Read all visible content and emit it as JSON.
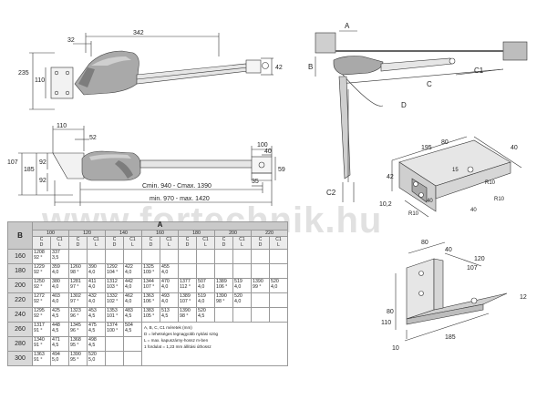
{
  "watermark": "www.fortechnik.hu",
  "top_view": {
    "dim_length": "342",
    "dim_offset": "32",
    "dim_height": "235",
    "dim_bracket": "110",
    "dim_arm": "42"
  },
  "side_view": {
    "dim_bracket_width": "110",
    "dim_arm_offset": "52",
    "dim_overall": "107",
    "dim_height": "185",
    "dim_upper": "92",
    "dim_lower": "92",
    "dim_end_width": "100",
    "dim_end_offset": "40",
    "dim_end_height": "59",
    "dim_end_depth": "35",
    "stroke_c": "Cmin. 940 - Cmax. 1390",
    "stroke_total": "min. 970 - max. 1420"
  },
  "geometry_diagram": {
    "labels": [
      "A",
      "B",
      "C",
      "C1",
      "D",
      "C2"
    ]
  },
  "bracket_upper": {
    "dims": [
      "195",
      "80",
      "40",
      "42",
      "10,2",
      "15",
      "40",
      "40",
      "R10",
      "R10",
      "R10"
    ]
  },
  "bracket_lower": {
    "dims": [
      "80",
      "40",
      "120",
      "107",
      "12",
      "110",
      "80",
      "185",
      "10"
    ]
  },
  "table": {
    "b_header": "B",
    "a_header": "A",
    "a_values": [
      "100",
      "120",
      "140",
      "160",
      "180",
      "200",
      "220"
    ],
    "sub_headers": [
      "C\nD",
      "C1\nL"
    ],
    "rows": [
      {
        "b": "160",
        "cells": [
          [
            "1208\n92 °",
            "337\n3,5"
          ],
          [
            "",
            ""
          ],
          [
            "",
            ""
          ],
          [
            "",
            ""
          ],
          [
            "",
            ""
          ],
          [
            "",
            ""
          ],
          [
            "",
            ""
          ]
        ]
      },
      {
        "b": "180",
        "cells": [
          [
            "1229\n92 °",
            "359\n4,0"
          ],
          [
            "1260\n98 °",
            "390\n4,0"
          ],
          [
            "1292\n104 °",
            "422\n4,0"
          ],
          [
            "1325\n109 °",
            "455\n4,0"
          ],
          [
            "",
            ""
          ],
          [
            "",
            ""
          ],
          [
            "",
            ""
          ]
        ]
      },
      {
        "b": "200",
        "cells": [
          [
            "1250\n92 °",
            "380\n4,0"
          ],
          [
            "1281\n97 °",
            "411\n4,0"
          ],
          [
            "1312\n103 °",
            "442\n4,0"
          ],
          [
            "1344\n107 °",
            "470\n4,0"
          ],
          [
            "1377\n112 °",
            "507\n4,0"
          ],
          [
            "1389\n106 °",
            "519\n4,0"
          ],
          [
            "1390\n99 °",
            "520\n4,0"
          ]
        ]
      },
      {
        "b": "220",
        "cells": [
          [
            "1272\n92 °",
            "403\n4,0"
          ],
          [
            "1302\n97 °",
            "432\n4,0"
          ],
          [
            "1332\n102 °",
            "462\n4,0"
          ],
          [
            "1363\n106 °",
            "493\n4,0"
          ],
          [
            "1389\n107 °",
            "519\n4,0"
          ],
          [
            "1390\n98 °",
            "520\n4,0"
          ],
          [
            "",
            ""
          ]
        ]
      },
      {
        "b": "240",
        "cells": [
          [
            "1295\n92 °",
            "425\n4,5"
          ],
          [
            "1323\n96 °",
            "453\n4,5"
          ],
          [
            "1353\n101 °",
            "483\n4,5"
          ],
          [
            "1383\n105 °",
            "513\n4,5"
          ],
          [
            "1390\n98 °",
            "520\n4,5"
          ],
          [
            "",
            ""
          ],
          [
            "",
            ""
          ]
        ]
      },
      {
        "b": "260",
        "cells": [
          [
            "1317\n91 °",
            "448\n4,5"
          ],
          [
            "1345\n96 °",
            "475\n4,5"
          ],
          [
            "1374\n100 °",
            "504\n4,5"
          ],
          [
            "",
            ""
          ],
          [
            "",
            ""
          ],
          [
            "",
            ""
          ],
          [
            "",
            ""
          ]
        ]
      },
      {
        "b": "280",
        "cells": [
          [
            "1340\n91 °",
            "471\n4,5"
          ],
          [
            "1368\n95 °",
            "498\n4,5"
          ],
          [
            "",
            ""
          ],
          [
            "",
            ""
          ],
          [
            "",
            ""
          ],
          [
            "",
            ""
          ],
          [
            "",
            ""
          ]
        ]
      },
      {
        "b": "300",
        "cells": [
          [
            "1363\n91 °",
            "494\n5,0"
          ],
          [
            "1390\n95 °",
            "520\n5,0"
          ],
          [
            "",
            ""
          ],
          [
            "",
            ""
          ],
          [
            "",
            ""
          ],
          [
            "",
            ""
          ],
          [
            "",
            ""
          ]
        ]
      }
    ],
    "notes": [
      "A, B, C, C1 méretek (mm)",
      "D = lehetséges legnagyobb nyitási szög",
      "L = max. kapuszárny-hossz m-ben",
      "1 fordulat = 1,23 mm állítási úthossz"
    ]
  },
  "colors": {
    "motor_body": "#a9a9a9",
    "motor_dark": "#7d7d7d",
    "line": "#333333",
    "table_header": "#d9d9d9"
  }
}
